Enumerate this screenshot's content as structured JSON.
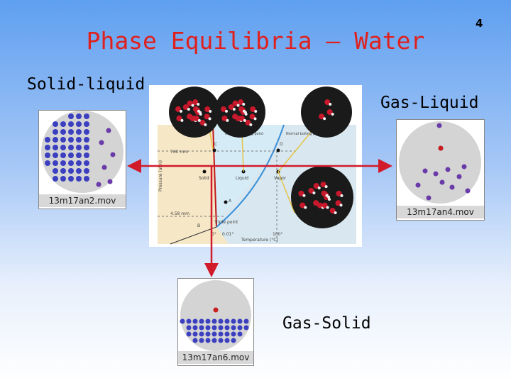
{
  "slide": {
    "title": "Phase Equilibria — Water",
    "number": "4"
  },
  "labels": {
    "solid_liquid": "Solid-liquid",
    "gas_liquid": "Gas-Liquid",
    "gas_solid": "Gas-Solid"
  },
  "movies": {
    "solid_liquid": "13m17an2.mov",
    "gas_liquid": "13m17an4.mov",
    "gas_solid": "13m17an6.mov"
  },
  "diagram": {
    "ylabel": "Pressure (atm)",
    "xlabel": "Temperature (°C)",
    "p_top": "760 mm",
    "p_low": "4.58 mm",
    "t1": "0°",
    "t2": "0.01°",
    "t3": "100°",
    "region_solid": "Solid",
    "region_liquid": "Liquid",
    "region_vapor": "Vapor",
    "point_a": "A",
    "point_b": "B",
    "point_c": "C",
    "point_d": "D",
    "triple_point": "Triple point",
    "normal_freezing": "Normal freezing point",
    "normal_boiling": "Normal boiling point"
  },
  "colors": {
    "title": "#e0201c",
    "arrow": "#d11a2a",
    "atom_blue": "#3b3fc0",
    "atom_purple": "#6a3aa8",
    "atom_red": "#c81e1e"
  }
}
